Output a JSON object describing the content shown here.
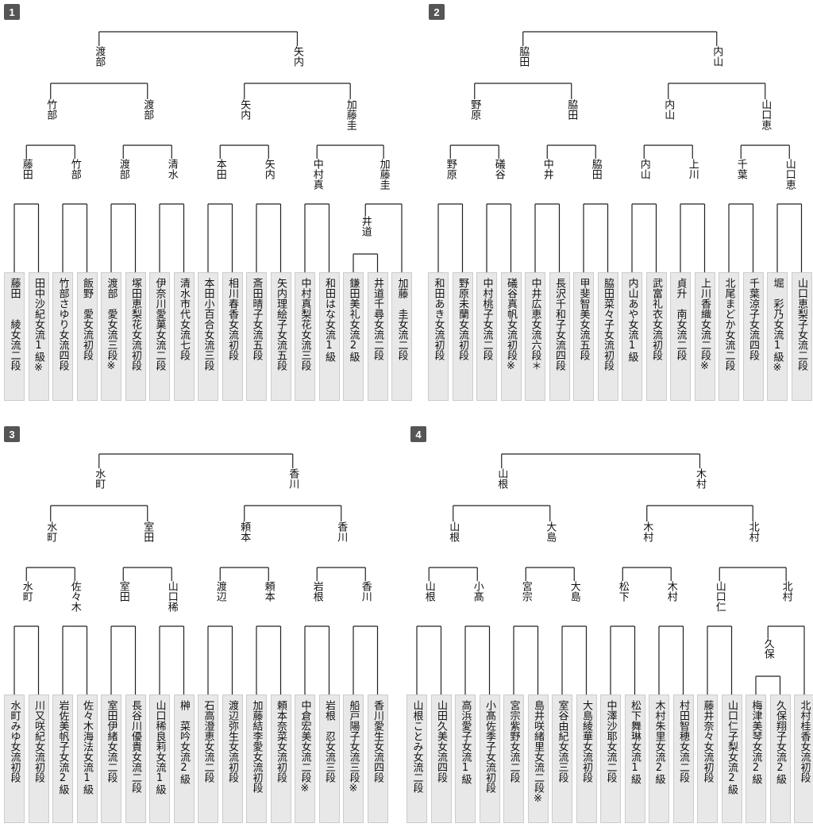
{
  "panels": [
    {
      "number": "1",
      "players": [
        "藤田　　綾女流二段",
        "田中沙紀女流1級※",
        "竹部さゆり女流四段",
        "飯野　愛女流初段",
        "渡部　愛女流三段※",
        "塚田恵梨花女流初段",
        "伊奈川愛菓女流二段",
        "清水市代女流七段",
        "本田小百合女流三段",
        "相川春香女流初段",
        "斎田晴子女流五段",
        "矢内理絵子女流五段",
        "中村真梨花女流三段",
        "和田はな女流1級",
        "鎌田美礼女流2級",
        "井道千尋女流二段",
        "加藤　圭女流二段"
      ],
      "tree": {
        "c": [
          {
            "w": "渡部",
            "c": [
              {
                "w": "竹部",
                "c": [
                  {
                    "w": "藤田",
                    "c": [
                      {
                        "p": 0
                      },
                      {
                        "p": 1
                      }
                    ]
                  },
                  {
                    "w": "竹部",
                    "c": [
                      {
                        "p": 2
                      },
                      {
                        "p": 3
                      }
                    ]
                  }
                ]
              },
              {
                "w": "渡部",
                "c": [
                  {
                    "w": "渡部",
                    "c": [
                      {
                        "p": 4
                      },
                      {
                        "p": 5
                      }
                    ]
                  },
                  {
                    "w": "清水",
                    "c": [
                      {
                        "p": 6
                      },
                      {
                        "p": 7
                      }
                    ]
                  }
                ]
              }
            ]
          },
          {
            "w": "矢内",
            "c": [
              {
                "w": "矢内",
                "c": [
                  {
                    "w": "本田",
                    "c": [
                      {
                        "p": 8
                      },
                      {
                        "p": 9
                      }
                    ]
                  },
                  {
                    "w": "矢内",
                    "c": [
                      {
                        "p": 10
                      },
                      {
                        "p": 11
                      }
                    ]
                  }
                ]
              },
              {
                "w": "加藤圭",
                "c": [
                  {
                    "w": "中村真",
                    "c": [
                      {
                        "p": 12
                      },
                      {
                        "p": 13
                      }
                    ]
                  },
                  {
                    "w": "加藤圭",
                    "c": [
                      {
                        "w": "井道",
                        "c": [
                          {
                            "p": 14
                          },
                          {
                            "p": 15
                          }
                        ]
                      },
                      {
                        "p": 16
                      }
                    ]
                  }
                ]
              }
            ]
          }
        ]
      }
    },
    {
      "number": "2",
      "players": [
        "和田あき女流初段",
        "野原未蘭女流初段",
        "中村桃子女流二段",
        "礒谷真帆女流初段※",
        "中井広恵女流六段＊",
        "長沢千和子女流四段",
        "甲斐智美女流五段",
        "脇田菜々子女流初段",
        "内山あや女流1級",
        "武富礼衣女流初段",
        "貞升　南女流二段",
        "上川香織女流二段※",
        "北尾まどか女流二段",
        "千葉涼子女流四段",
        "堀　彩乃女流1級※",
        "山口恵梨子女流二段"
      ],
      "tree": {
        "c": [
          {
            "w": "脇田",
            "c": [
              {
                "w": "野原",
                "c": [
                  {
                    "w": "野原",
                    "c": [
                      {
                        "p": 0
                      },
                      {
                        "p": 1
                      }
                    ]
                  },
                  {
                    "w": "礒谷",
                    "c": [
                      {
                        "p": 2
                      },
                      {
                        "p": 3
                      }
                    ]
                  }
                ]
              },
              {
                "w": "脇田",
                "c": [
                  {
                    "w": "中井",
                    "c": [
                      {
                        "p": 4
                      },
                      {
                        "p": 5
                      }
                    ]
                  },
                  {
                    "w": "脇田",
                    "c": [
                      {
                        "p": 6
                      },
                      {
                        "p": 7
                      }
                    ]
                  }
                ]
              }
            ]
          },
          {
            "w": "内山",
            "c": [
              {
                "w": "内山",
                "c": [
                  {
                    "w": "内山",
                    "c": [
                      {
                        "p": 8
                      },
                      {
                        "p": 9
                      }
                    ]
                  },
                  {
                    "w": "上川",
                    "c": [
                      {
                        "p": 10
                      },
                      {
                        "p": 11
                      }
                    ]
                  }
                ]
              },
              {
                "w": "山口恵",
                "c": [
                  {
                    "w": "千葉",
                    "c": [
                      {
                        "p": 12
                      },
                      {
                        "p": 13
                      }
                    ]
                  },
                  {
                    "w": "山口恵",
                    "c": [
                      {
                        "p": 14
                      },
                      {
                        "p": 15
                      }
                    ]
                  }
                ]
              }
            ]
          }
        ]
      }
    },
    {
      "number": "3",
      "players": [
        "水町みゆ女流初段",
        "川又咲紀女流初段",
        "岩佐美帆子女流2級",
        "佐々木海法女流1級",
        "室田伊緒女流二段",
        "長谷川優貴女流二段",
        "山口稀良莉女流1級",
        "榊　菜吟女流2級",
        "石高澄恵女流二段",
        "渡辺弥生女流初段",
        "加藤結李愛女流初段",
        "頼本奈菜女流初段",
        "中倉宏美女流二段※",
        "岩根　忍女流三段",
        "船戸陽子女流三段※",
        "香川愛生女流四段"
      ],
      "tree": {
        "c": [
          {
            "w": "水町",
            "c": [
              {
                "w": "水町",
                "c": [
                  {
                    "w": "水町",
                    "c": [
                      {
                        "p": 0
                      },
                      {
                        "p": 1
                      }
                    ]
                  },
                  {
                    "w": "佐々木",
                    "c": [
                      {
                        "p": 2
                      },
                      {
                        "p": 3
                      }
                    ]
                  }
                ]
              },
              {
                "w": "室田",
                "c": [
                  {
                    "w": "室田",
                    "c": [
                      {
                        "p": 4
                      },
                      {
                        "p": 5
                      }
                    ]
                  },
                  {
                    "w": "山口稀",
                    "c": [
                      {
                        "p": 6
                      },
                      {
                        "p": 7
                      }
                    ]
                  }
                ]
              }
            ]
          },
          {
            "w": "香川",
            "c": [
              {
                "w": "頼本",
                "c": [
                  {
                    "w": "渡辺",
                    "c": [
                      {
                        "p": 8
                      },
                      {
                        "p": 9
                      }
                    ]
                  },
                  {
                    "w": "頼本",
                    "c": [
                      {
                        "p": 10
                      },
                      {
                        "p": 11
                      }
                    ]
                  }
                ]
              },
              {
                "w": "香川",
                "c": [
                  {
                    "w": "岩根",
                    "c": [
                      {
                        "p": 12
                      },
                      {
                        "p": 13
                      }
                    ]
                  },
                  {
                    "w": "香川",
                    "c": [
                      {
                        "p": 14
                      },
                      {
                        "p": 15
                      }
                    ]
                  }
                ]
              }
            ]
          }
        ]
      }
    },
    {
      "number": "4",
      "players": [
        "山根ことみ女流二段",
        "山田久美女流四段",
        "高浜愛子女流1級",
        "小髙佐季子女流初段",
        "宮宗紫野女流二段",
        "島井咲緒里女流二段※",
        "室谷由紀女流三段",
        "大島綾華女流初段",
        "中澤沙耶女流二段",
        "松下舞琳女流1級",
        "木村朱里女流2級",
        "村田智穂女流二段",
        "藤井奈々女流初段",
        "山口仁子梨女流2級",
        "梅津美琴女流2級",
        "久保翔子女流2級",
        "北村桂香女流初段"
      ],
      "tree": {
        "c": [
          {
            "w": "山根",
            "c": [
              {
                "w": "山根",
                "c": [
                  {
                    "w": "山根",
                    "c": [
                      {
                        "p": 0
                      },
                      {
                        "p": 1
                      }
                    ]
                  },
                  {
                    "w": "小髙",
                    "c": [
                      {
                        "p": 2
                      },
                      {
                        "p": 3
                      }
                    ]
                  }
                ]
              },
              {
                "w": "大島",
                "c": [
                  {
                    "w": "宮宗",
                    "c": [
                      {
                        "p": 4
                      },
                      {
                        "p": 5
                      }
                    ]
                  },
                  {
                    "w": "大島",
                    "c": [
                      {
                        "p": 6
                      },
                      {
                        "p": 7
                      }
                    ]
                  }
                ]
              }
            ]
          },
          {
            "w": "木村",
            "c": [
              {
                "w": "木村",
                "c": [
                  {
                    "w": "松下",
                    "c": [
                      {
                        "p": 8
                      },
                      {
                        "p": 9
                      }
                    ]
                  },
                  {
                    "w": "木村",
                    "c": [
                      {
                        "p": 10
                      },
                      {
                        "p": 11
                      }
                    ]
                  }
                ]
              },
              {
                "w": "北村",
                "c": [
                  {
                    "w": "山口仁",
                    "c": [
                      {
                        "p": 12
                      },
                      {
                        "p": 13
                      }
                    ]
                  },
                  {
                    "w": "北村",
                    "c": [
                      {
                        "w": "久保",
                        "c": [
                          {
                            "p": 14
                          },
                          {
                            "p": 15
                          }
                        ]
                      },
                      {
                        "p": 16
                      }
                    ]
                  }
                ]
              }
            ]
          }
        ]
      }
    }
  ]
}
